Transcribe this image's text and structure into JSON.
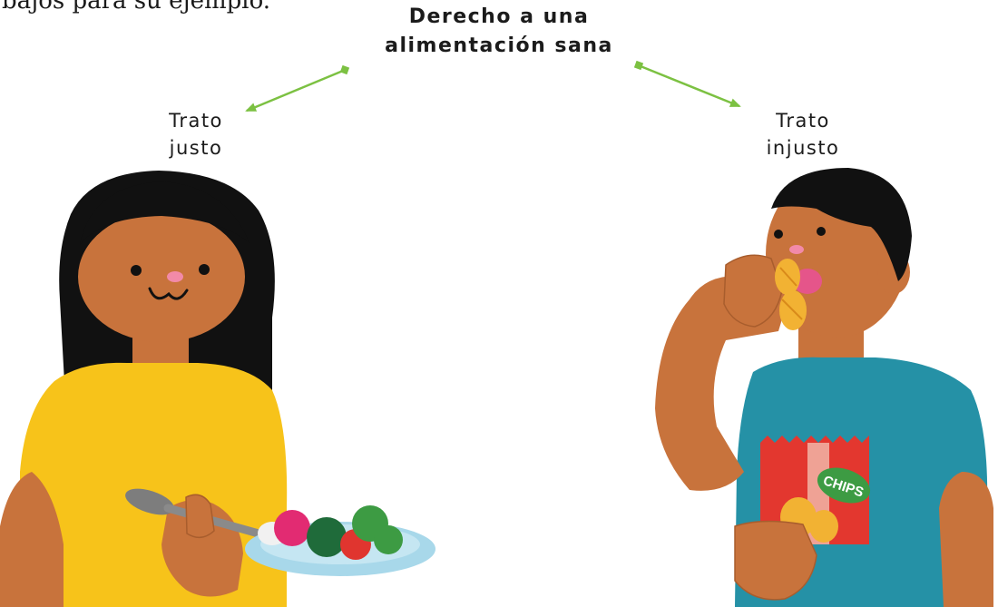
{
  "header": {
    "cutoff_text": "bajos para su ejemplo."
  },
  "diagram": {
    "center_label": {
      "line1": "Derecho a una",
      "line2": "alimentación sana"
    },
    "left_label": {
      "line1": "Trato",
      "line2": "justo"
    },
    "right_label": {
      "line1": "Trato",
      "line2": "injusto"
    },
    "arrow_color": "#7cc142",
    "chips_bag_text": "CHIPS"
  },
  "colors": {
    "skin": "#c8733c",
    "hair": "#111111",
    "girl_shirt": "#f7c31a",
    "boy_shirt": "#2591a6",
    "bag_red": "#e3372f",
    "chip_yellow": "#f2b233",
    "plate": "#a8d8ea",
    "nose_pink": "#f28aa8"
  }
}
